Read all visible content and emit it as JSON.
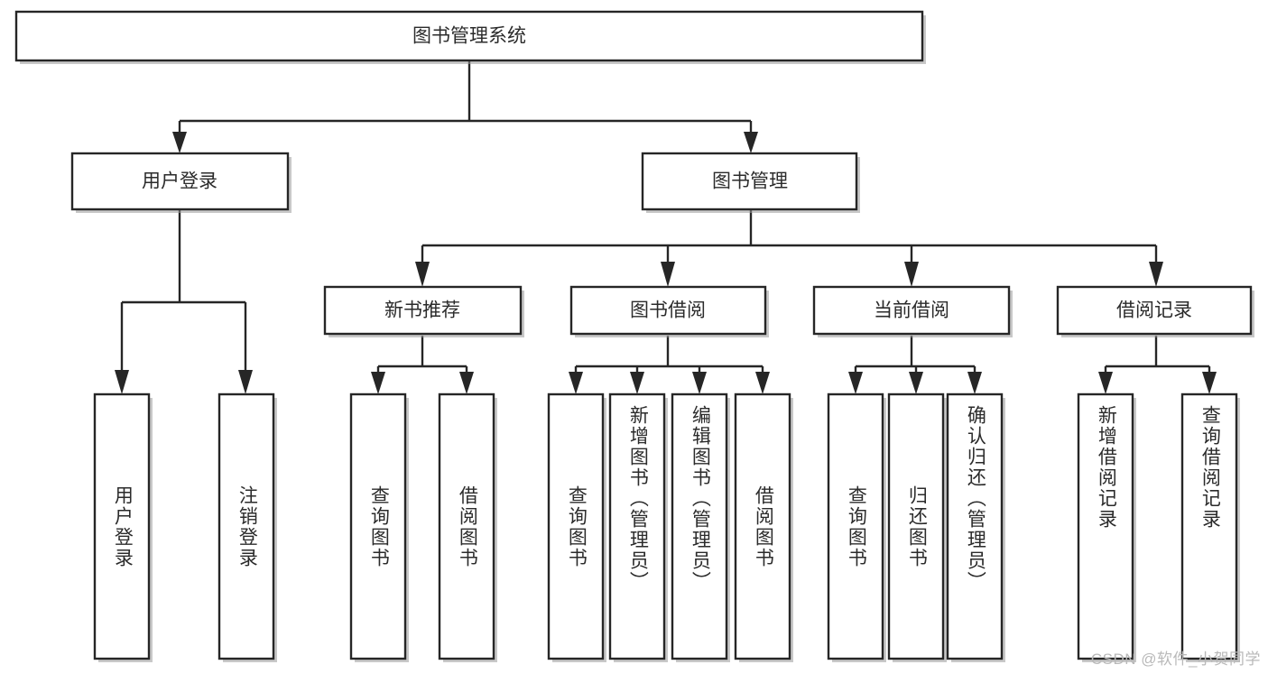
{
  "diagram": {
    "type": "tree",
    "title": "图书管理系统",
    "orientation": "top-down",
    "levels": 4,
    "colors": {
      "box_fill": "#ffffff",
      "box_stroke": "#262626",
      "text": "#2b2b2b",
      "background": "#ffffff",
      "watermark": "#b9b9b9"
    },
    "root": {
      "label": "图书管理系统"
    },
    "level2": [
      {
        "label": "用户登录"
      },
      {
        "label": "图书管理"
      }
    ],
    "level3": [
      {
        "label": "新书推荐"
      },
      {
        "label": "图书借阅"
      },
      {
        "label": "当前借阅"
      },
      {
        "label": "借阅记录"
      }
    ],
    "leaves": {
      "user_login": [
        {
          "label": "用户登录"
        },
        {
          "label": "注销登录"
        }
      ],
      "new_book_recommend": [
        {
          "label": "查询图书"
        },
        {
          "label": "借阅图书"
        }
      ],
      "book_borrow": [
        {
          "label": "查询图书"
        },
        {
          "label": "新增图书（管理员）"
        },
        {
          "label": "编辑图书（管理员）"
        },
        {
          "label": "借阅图书"
        }
      ],
      "current_borrow": [
        {
          "label": "查询图书"
        },
        {
          "label": "归还图书"
        },
        {
          "label": "确认归还（管理员）"
        }
      ],
      "borrow_record": [
        {
          "label": "新增借阅记录"
        },
        {
          "label": "查询借阅记录"
        }
      ]
    }
  },
  "watermark": {
    "text": "CSDN @软件_小贺同学"
  }
}
